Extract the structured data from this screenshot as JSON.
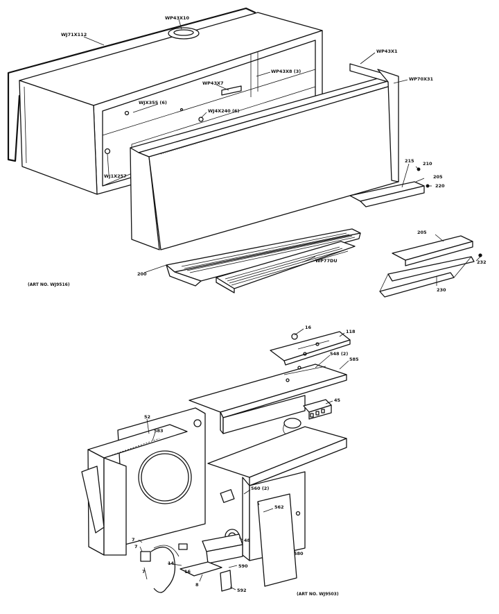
{
  "top": {
    "labels": {
      "wp43x10": "WP43X10",
      "wj71x112": "WJ71X112",
      "wp43x1": "WP43X1",
      "wp70x31": "WP70X31",
      "wp43x8": "WP43X8 (3)",
      "wp43x7": "WP43X7",
      "wjx355": "WJX355 (6)",
      "wj4x240": "WJ4X240 (6)",
      "wj1x257": "WJ1X257",
      "n215": "215",
      "n210": "210",
      "n205": "205",
      "n220": "220",
      "n200": "200",
      "wp77d": "WP77DU",
      "n205b": "205",
      "n232": "232",
      "n230": "230"
    },
    "art_no": "(ART NO. WJ9516)"
  },
  "bottom": {
    "labels": {
      "n16": "16",
      "n118": "118",
      "n548": "548 (2)",
      "n585": "585",
      "n45": "45",
      "n52": "52",
      "n583": "583",
      "n560": "560 (2)",
      "n562": "562",
      "n48": "48",
      "n580": "580",
      "n7a": "7",
      "n7b": "7",
      "n7c": "7",
      "n14": "14",
      "n16b": "16",
      "n8": "8",
      "n590": "590",
      "n592": "592"
    },
    "art_no": "(ART NO. WJ9503)"
  }
}
